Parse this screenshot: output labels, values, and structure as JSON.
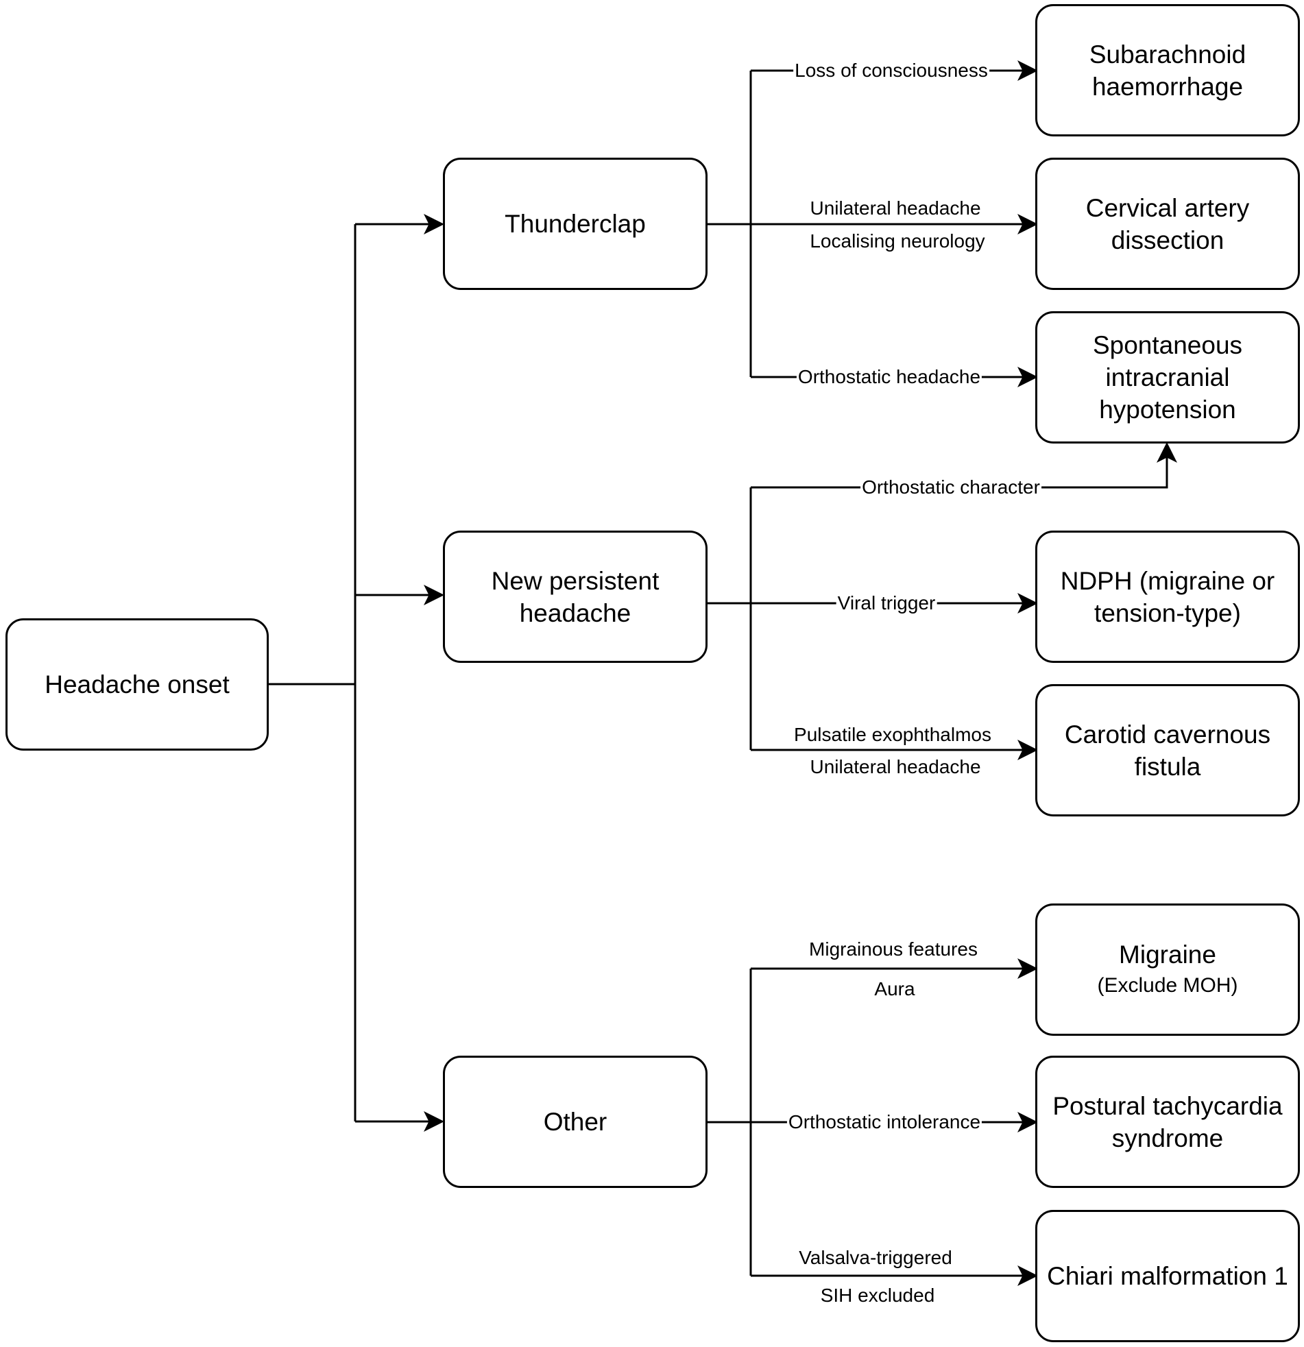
{
  "root": {
    "label": "Headache onset"
  },
  "categories": {
    "thunderclap": {
      "label": "Thunderclap"
    },
    "new_persistent": {
      "label_line1": "New persistent",
      "label_line2": "headache"
    },
    "other": {
      "label": "Other"
    }
  },
  "outcomes": {
    "sah": {
      "line1": "Subarachnoid",
      "line2": "haemorrhage"
    },
    "cad": {
      "line1": "Cervical artery",
      "line2": "dissection"
    },
    "sih": {
      "line1": "Spontaneous",
      "line2": "intracranial",
      "line3": "hypotension"
    },
    "ndph": {
      "line1": "NDPH (migraine or",
      "line2": "tension-type)"
    },
    "ccf": {
      "line1": "Carotid cavernous",
      "line2": "fistula"
    },
    "migraine": {
      "line1": "Migraine",
      "line2": "(Exclude MOH)"
    },
    "pots": {
      "line1": "Postural tachycardia",
      "line2": "syndrome"
    },
    "chiari": {
      "line1": "Chiari malformation 1"
    }
  },
  "edges": {
    "loss_of_consciousness": "Loss of consciousness",
    "cad_1": "Unilateral headache",
    "cad_2": "Localising neurology",
    "orthostatic_headache": "Orthostatic headache",
    "orthostatic_character": "Orthostatic character",
    "viral_trigger": "Viral trigger",
    "ccf_1": "Pulsatile exophthalmos",
    "ccf_2": "Unilateral headache",
    "migraine_1": "Migrainous features",
    "migraine_2": "Aura",
    "orthostatic_intolerance": "Orthostatic intolerance",
    "chiari_1": "Valsalva-triggered",
    "chiari_2": "SIH excluded"
  }
}
